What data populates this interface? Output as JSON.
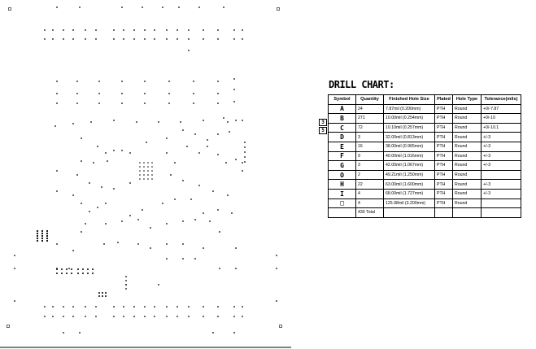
{
  "chart_title": "DRILL CHART:",
  "columns": [
    "Symbol",
    "Quantity",
    "Finished Hole Size",
    "Plated",
    "Hole Type",
    "Tolerance(mils)"
  ],
  "rows": [
    {
      "symbol": "A",
      "quantity": "24",
      "size": "7.87mil (0.200mm)",
      "plated": "PTH",
      "type": "Round",
      "tolerance": "+0/-7.87"
    },
    {
      "symbol": "B",
      "quantity": "271",
      "size": "10.00mil (0.254mm)",
      "plated": "PTH",
      "type": "Round",
      "tolerance": "+0/-10"
    },
    {
      "symbol": "C",
      "quantity": "72",
      "size": "10.10mil (0.257mm)",
      "plated": "PTH",
      "type": "Round",
      "tolerance": "+0/-10.1"
    },
    {
      "symbol": "D",
      "quantity": "3",
      "size": "32.00mil (0.813mm)",
      "plated": "PTH",
      "type": "Round",
      "tolerance": "+/-3"
    },
    {
      "symbol": "E",
      "quantity": "16",
      "size": "38.00mil (0.965mm)",
      "plated": "PTH",
      "type": "Round",
      "tolerance": "+/-3"
    },
    {
      "symbol": "F",
      "quantity": "9",
      "size": "40.00mil (1.016mm)",
      "plated": "PTH",
      "type": "Round",
      "tolerance": "+/-3"
    },
    {
      "symbol": "G",
      "quantity": "3",
      "size": "42.00mil (1.067mm)",
      "plated": "PTH",
      "type": "Round",
      "tolerance": "+/-3"
    },
    {
      "symbol": "O",
      "quantity": "2",
      "size": "49.21mil (1.250mm)",
      "plated": "PTH",
      "type": "Round",
      "tolerance": ""
    },
    {
      "symbol": "H",
      "quantity": "22",
      "size": "63.00mil (1.600mm)",
      "plated": "PTH",
      "type": "Round",
      "tolerance": "+/-3"
    },
    {
      "symbol": "I",
      "quantity": "4",
      "size": "68.00mil (1.727mm)",
      "plated": "PTH",
      "type": "Round",
      "tolerance": "+/-3"
    },
    {
      "symbol": "□",
      "quantity": "4",
      "size": "125.98mil (3.200mm)",
      "plated": "PTH",
      "type": "Round",
      "tolerance": ""
    }
  ],
  "total_label": "430 Total",
  "side_marks": [
    "3",
    "5"
  ]
}
